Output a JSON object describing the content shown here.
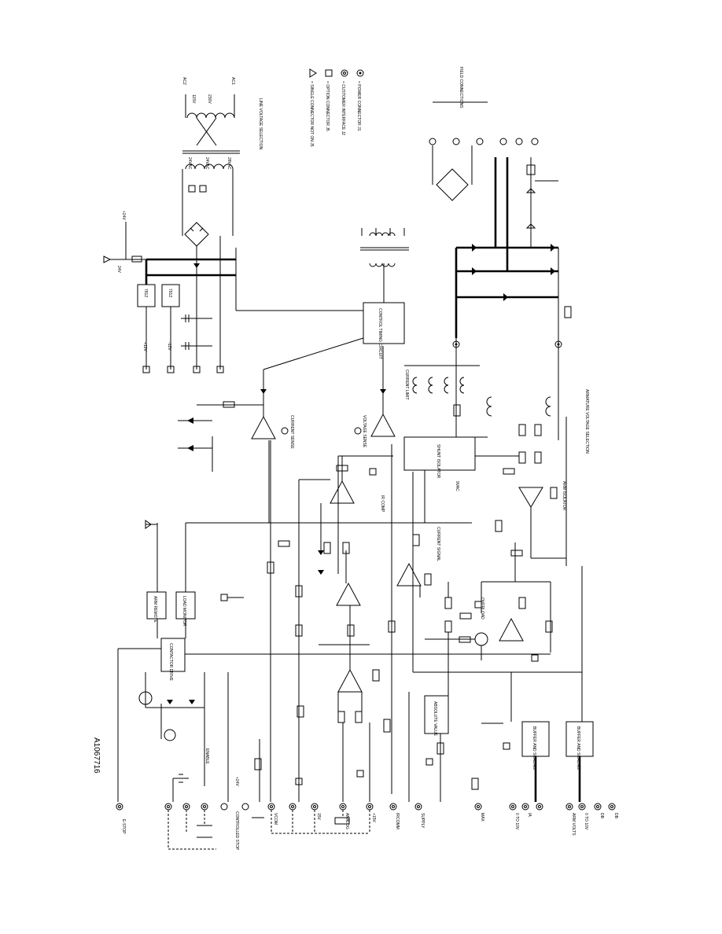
{
  "figure_id": "A1067716",
  "legend": {
    "power": "= POWER CONNECTOR J1",
    "interface": "= CUSTOMER INTERFACE J2",
    "option": "= OPTION CONNECTOR J5",
    "single": "= SINGLE CONNECTOR NOT ON J5"
  },
  "transformer": {
    "primary": [
      "AC1",
      "AC2",
      "115V",
      "230V"
    ],
    "secondary": [
      "24VAC",
      "24VAC",
      "28VAC"
    ],
    "title": "LINE VOLTAGE SELECTION"
  },
  "blocks": [
    {
      "id": "control-circuit",
      "label": "CONTROL TIMING CIRCUIT"
    },
    {
      "id": "reg1",
      "label": "7812"
    },
    {
      "id": "reg2",
      "label": "7912"
    },
    {
      "id": "isolator",
      "label": "SHUNT ISOLATOR"
    },
    {
      "id": "remote",
      "label": "ARM REMOTE"
    },
    {
      "id": "load-monitor",
      "label": "LOAD MONITOR"
    },
    {
      "id": "contactor",
      "label": "CONTACTOR DRIVE"
    },
    {
      "id": "absolute",
      "label": "ABSOLUTE VALUE"
    },
    {
      "id": "buffer1",
      "label": "BUFFER AND SCALING"
    },
    {
      "id": "buffer2",
      "label": "BUFFER AND SCALING"
    }
  ],
  "connectors_left": [
    "E-STOP",
    "ENABLE",
    "CONTROLLED STOP",
    "+24V",
    "VCOM",
    "+15V",
    "15V",
    "IRCOMM",
    "SUPPLY",
    "MAX",
    "DB",
    "ANALOG"
  ],
  "outputs": [
    "0 TO 10V",
    "IA",
    "ARM VOLTS",
    "0 TO 10V",
    "DB"
  ],
  "rails": [
    "+12V",
    "-12V",
    "+24V",
    "24V"
  ],
  "notes": {
    "current_sense": "CURRENT SENSE",
    "voltage_sense": "VOLTAGE SENSE",
    "current_limit": "CURRENT LIMIT",
    "armature_select": "ARMATURE VOLTAGE SELECTION",
    "field_connections": "FIELD CONNECTIONS",
    "ir_comp": "IR COMP",
    "current_sig": "CURRENT SIGNAL",
    "arm_isolator": "ARM ISOLATOR",
    "overload": "OVERLOAD",
    "shunt_vac": "9VAC"
  }
}
